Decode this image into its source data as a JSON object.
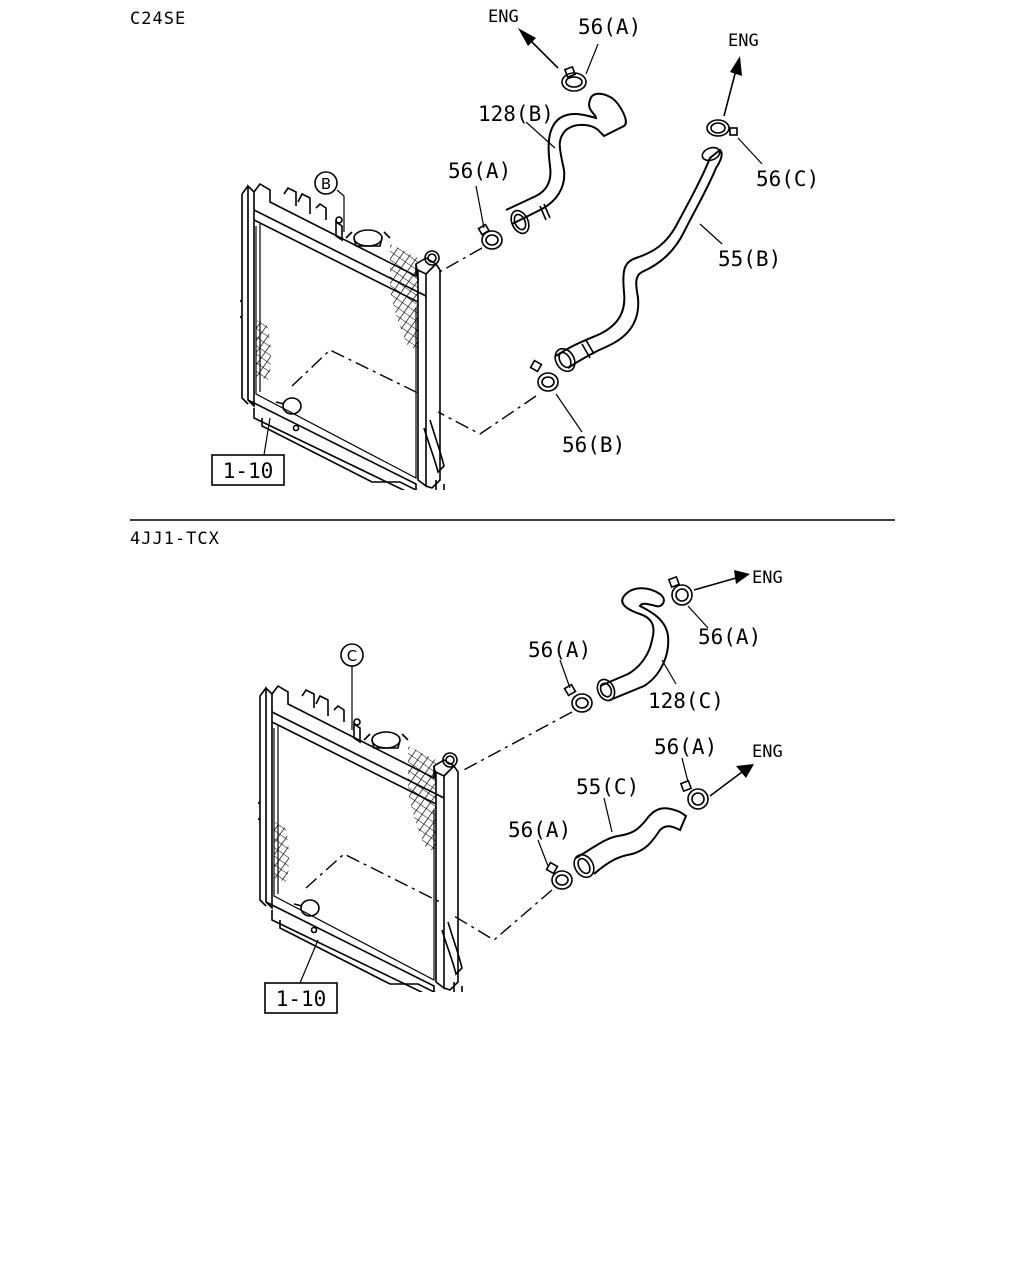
{
  "sections": [
    {
      "engine_code": "C24SE",
      "parts": {
        "clamp_upper_top": "56(A)",
        "upper_hose": "128(B)",
        "clamp_upper_radiator": "56(A)",
        "clamp_lower_engine": "56(C)",
        "lower_hose": "55(B)",
        "clamp_lower_radiator": "56(B)",
        "radiator_ref": "1-10",
        "callout": "B"
      },
      "eng_labels": [
        "ENG",
        "ENG"
      ]
    },
    {
      "engine_code": "4JJ1-TCX",
      "parts": {
        "clamp_upper_radiator": "56(A)",
        "clamp_upper_engine": "56(A)",
        "upper_hose": "128(C)",
        "clamp_lower_engine": "56(A)",
        "lower_hose": "55(C)",
        "clamp_lower_radiator": "56(A)",
        "radiator_ref": "1-10",
        "callout": "C"
      },
      "eng_labels": [
        "ENG",
        "ENG"
      ]
    }
  ]
}
